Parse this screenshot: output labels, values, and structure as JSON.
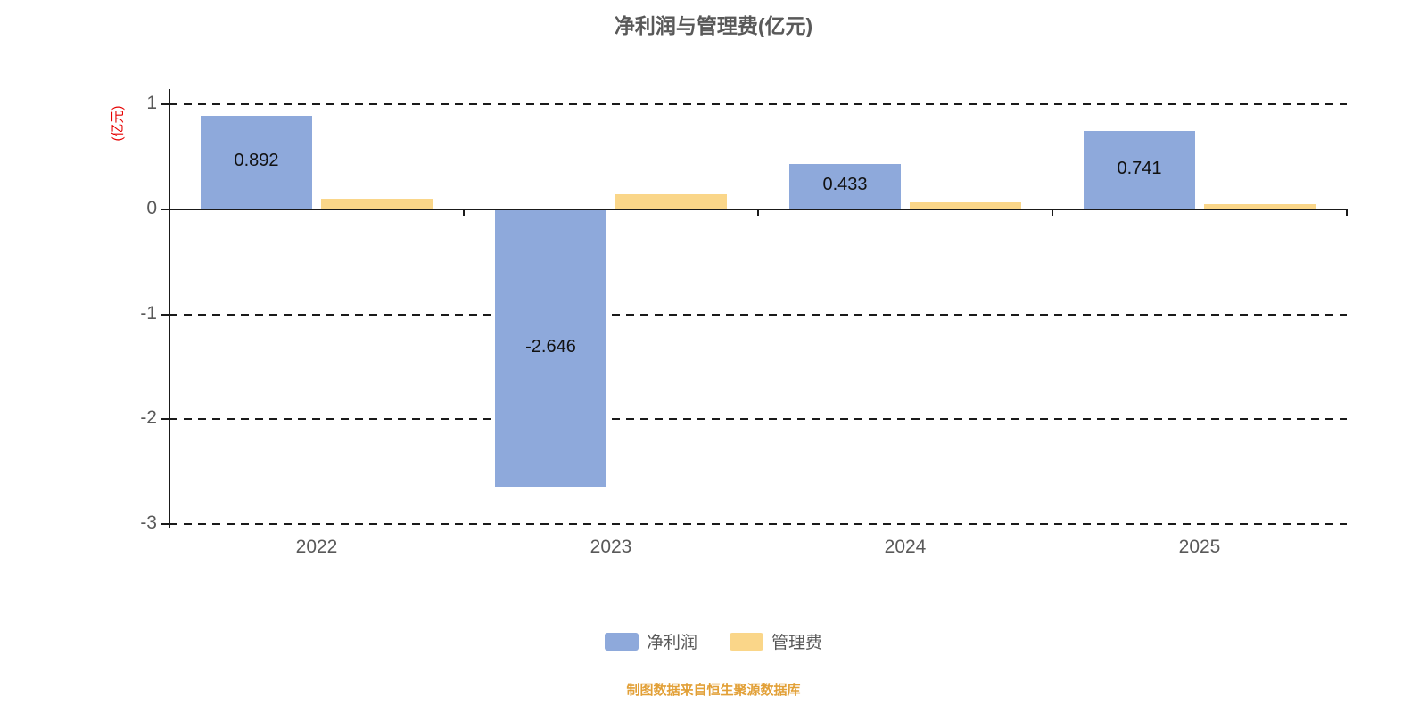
{
  "title": "净利润与管理费(亿元)",
  "y_axis_unit": "(亿元)",
  "footer": "制图数据来自恒生聚源数据库",
  "colors": {
    "net_profit": "#8EA9DB",
    "mgmt_fee": "#FAD689",
    "axis_text": "#595959",
    "line": "#1a1a1a",
    "unit_red": "#e60000",
    "footer_orange": "#e2a037"
  },
  "chart_data": {
    "type": "bar",
    "categories": [
      "2022",
      "2023",
      "2024",
      "2025"
    ],
    "series": [
      {
        "id": "net-profit",
        "name": "净利润",
        "color": "#8EA9DB",
        "values": [
          0.892,
          -2.646,
          0.433,
          0.741
        ],
        "labels": [
          "0.892",
          "-2.646",
          "0.433",
          "0.741"
        ]
      },
      {
        "id": "mgmt-fee",
        "name": "管理费",
        "color": "#FAD689",
        "values": [
          0.1,
          0.14,
          0.07,
          0.05
        ],
        "labels": null
      }
    ],
    "ylim": [
      -3,
      1
    ],
    "yticks": [
      1,
      0,
      -1,
      -2,
      -3
    ],
    "grid": "dashed-horizontal",
    "legend_position": "bottom"
  },
  "legend": [
    {
      "id": "net-profit",
      "label": "净利润",
      "color": "#8EA9DB"
    },
    {
      "id": "mgmt-fee",
      "label": "管理费",
      "color": "#FAD689"
    }
  ]
}
